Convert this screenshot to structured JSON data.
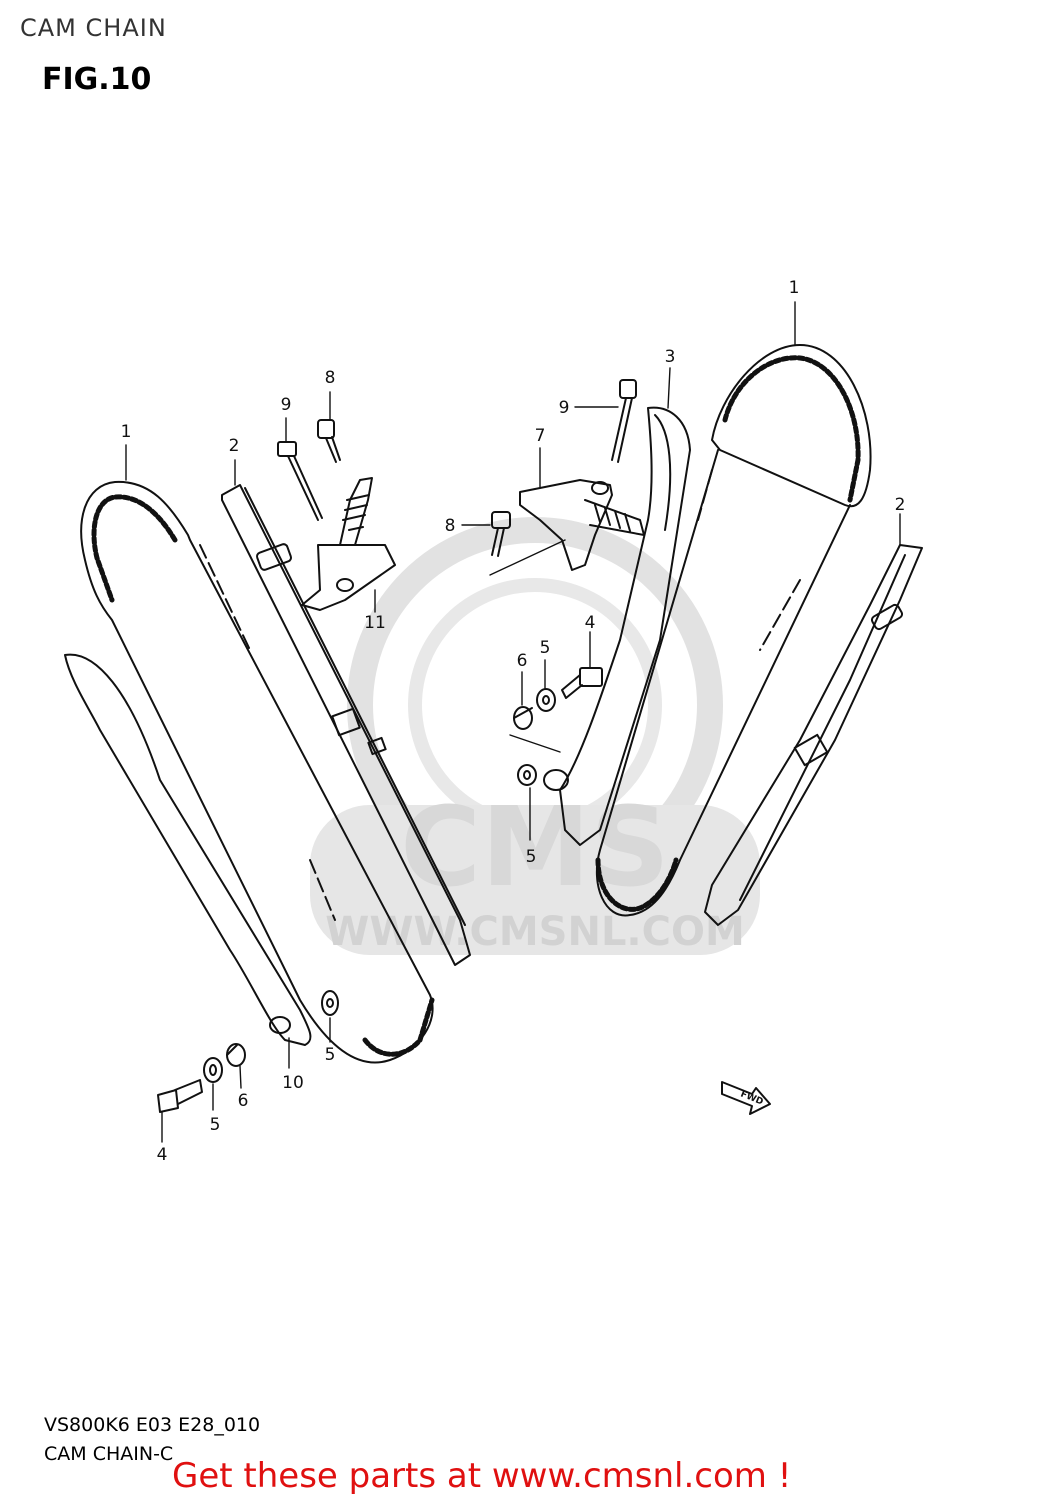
{
  "header": {
    "title": "CAM CHAIN",
    "figure": "FIG.10"
  },
  "diagram": {
    "callouts": {
      "chain_left": "1",
      "chain_right": "1",
      "guide_left": "2",
      "guide_right": "2",
      "tensioner_adjuster": "3",
      "bolt_left": "4",
      "bolt_right": "4",
      "washer_left_lower": "5",
      "washer_left_upper": "5",
      "washer_right_upper": "5",
      "washer_right_lower": "5",
      "spacer_left": "6",
      "spacer_right": "6",
      "tensioner_right": "7",
      "bolt8_left": "8",
      "bolt8_right": "8",
      "bolt9_left": "9",
      "bolt9_right": "9",
      "guide_lower": "10",
      "tensioner_left": "11"
    },
    "fwd_label": "FWD",
    "watermark_text": "WWW.CMSNL.COM",
    "watermark_logo": "CMS"
  },
  "footer": {
    "code": "VS800K6 E03 E28_010",
    "name": "CAM CHAIN-C",
    "link_text": "Get these parts at www.cmsnl.com !"
  },
  "colors": {
    "link": "#e01010",
    "watermark": "#e2e2e2",
    "ink": "#111111"
  }
}
